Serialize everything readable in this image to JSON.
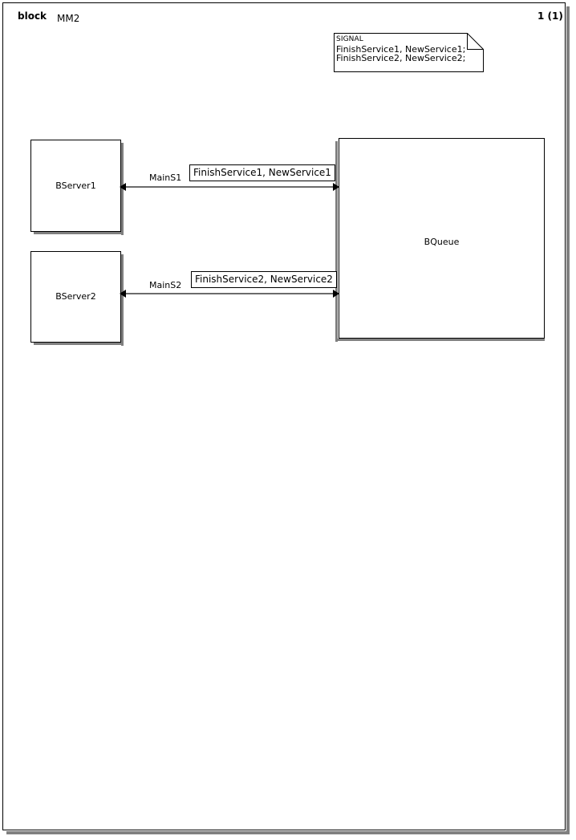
{
  "header": {
    "kind": "block",
    "name": "MM2",
    "page_number": "1 (1)"
  },
  "signal_note": {
    "keyword": "SIGNAL",
    "lines": [
      "FinishService1, NewService1;",
      "FinishService2, NewService2;"
    ]
  },
  "blocks": [
    {
      "id": "bserver1",
      "label": "BServer1"
    },
    {
      "id": "bserver2",
      "label": "BServer2"
    },
    {
      "id": "bqueue",
      "label": "BQueue"
    }
  ],
  "channels": [
    {
      "id": "channel1",
      "name": "MainS1",
      "signals": "FinishService1, NewService1",
      "from": "BServer1",
      "to": "BQueue",
      "bidirectional": true
    },
    {
      "id": "channel2",
      "name": "MainS2",
      "signals": "FinishService2, NewService2",
      "from": "BServer2",
      "to": "BQueue",
      "bidirectional": true
    }
  ],
  "colors": {
    "outline": "#000000",
    "shadow": "#808080",
    "channel_line": "#6b6b6b",
    "background": "#ffffff"
  }
}
